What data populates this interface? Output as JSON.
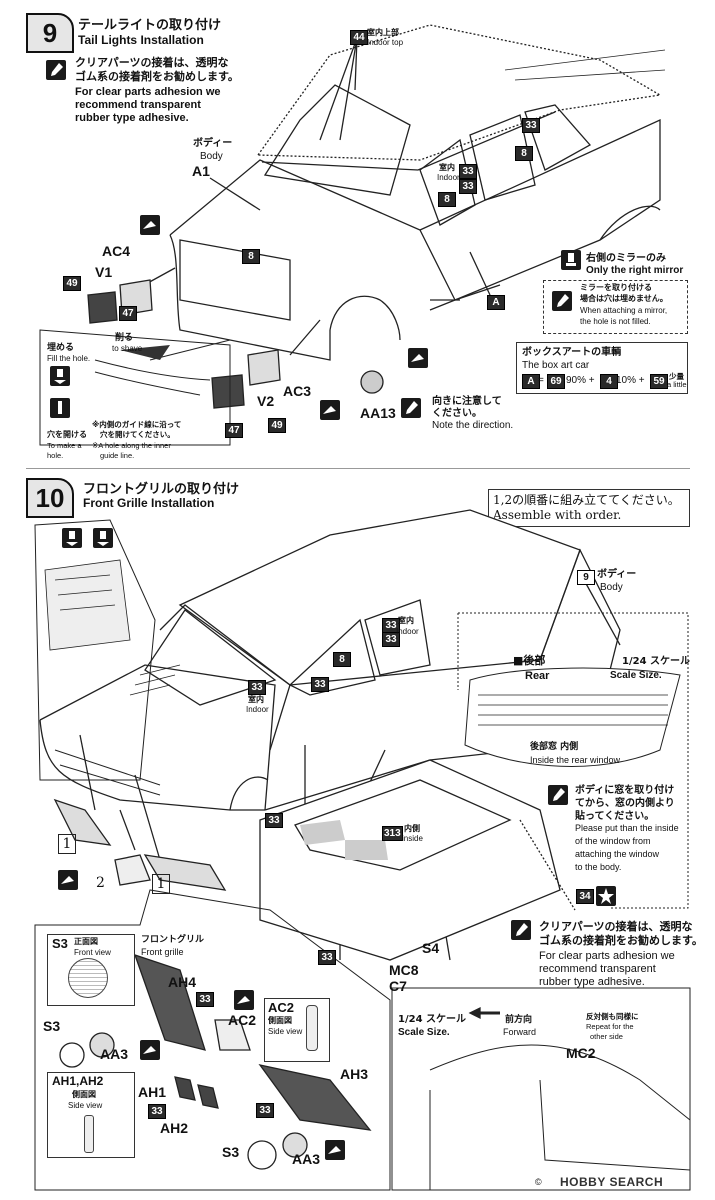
{
  "step9": {
    "num": "9",
    "title_jp": "テールライトの取り付け",
    "title_en": "Tail Lights Installation",
    "adhesive_jp_1": "クリアパーツの接着は、透明な",
    "adhesive_jp_2": "ゴム系の接着剤をお勧めします。",
    "adhesive_en_1": "For clear parts adhesion we",
    "adhesive_en_2": "recommend transparent",
    "adhesive_en_3": "rubber type adhesive.",
    "body_jp": "ボディー",
    "body_en": "Body",
    "a1": "A1",
    "indoor_top_jp": "室内上部",
    "indoor_top_en": "Indoor top",
    "indoor_jp": "室内",
    "indoor_en": "Indoor",
    "ac4": "AC4",
    "v1": "V1",
    "ac3": "AC3",
    "v2": "V2",
    "aa13": "AA13",
    "right_mirror_jp": "右側のミラーのみ",
    "right_mirror_en": "Only the right mirror",
    "mirror_note_jp_1": "ミラーを取り付ける",
    "mirror_note_jp_2": "場合は穴は埋めません。",
    "mirror_note_en_1": "When attaching a mirror,",
    "mirror_note_en_2": "the hole is not filled.",
    "box_art_jp": "ボックスアートの車輌",
    "box_art_en": "The box art car",
    "box_art_formula_a": "A",
    "box_art_formula_eq": "=",
    "box_art_formula_69": "69",
    "box_art_formula_pct1": "90% +",
    "box_art_formula_4": "4",
    "box_art_formula_pct2": "10% +",
    "box_art_formula_59": "59",
    "box_art_formula_little_jp": "少量",
    "box_art_formula_little_en": "a little",
    "fill_jp": "埋める",
    "fill_en": "Fill the hole.",
    "shave_jp": "削る",
    "shave_en": "to shave",
    "hole_jp_1": "穴を開ける",
    "hole_en_1": "To make a",
    "hole_en_2": "hole.",
    "guide_jp_1": "※内側のガイド線に沿って",
    "guide_jp_2": "穴を開けてください。",
    "guide_en_1": "※A hole along the inner",
    "guide_en_2": "guide line.",
    "direction_jp_1": "向きに注意して",
    "direction_jp_2": "ください。",
    "direction_en": "Note the direction.",
    "parts": {
      "p44": "44",
      "p33": "33",
      "p8": "8",
      "p49": "49",
      "p47": "47",
      "pA": "A"
    }
  },
  "step10": {
    "num": "10",
    "title_jp": "フロントグリルの取り付け",
    "title_en": "Front Grille Installation",
    "order_jp": "1,2の順番に組み立ててください。",
    "order_en": "Assemble with order.",
    "body_num": "9",
    "body_jp": "ボディー",
    "body_en": "Body",
    "rear_jp": "■後部",
    "rear_en": "Rear",
    "scale_jp": "1/24 スケール",
    "scale_en": "Scale Size.",
    "rear_window_jp": "後部窓 内側",
    "rear_window_en": "Inside the rear window",
    "window_note_jp_1": "ボディに窓を取り付け",
    "window_note_jp_2": "てから、窓の内側より",
    "window_note_jp_3": "貼ってください。",
    "window_note_en_1": "Please put than the inside",
    "window_note_en_2": "of the window from",
    "window_note_en_3": "attaching the window",
    "window_note_en_4": "to the body.",
    "indoor_jp": "室内",
    "indoor_en": "Indoor",
    "inside_jp": "内側",
    "inside_en": "inside",
    "s4": "S4",
    "mc8": "MC8",
    "c7": "C7",
    "n1a": "1",
    "n1b": "1",
    "n2": "2",
    "adhesive_jp_1": "クリアパーツの接着は、透明な",
    "adhesive_jp_2": "ゴム系の接着剤をお勧めします。",
    "adhesive_en_1": "For clear parts adhesion we",
    "adhesive_en_2": "recommend transparent",
    "adhesive_en_3": "rubber type adhesive.",
    "front_grille_jp": "フロントグリル",
    "front_grille_en": "Front grille",
    "s3_view_jp": "正面図",
    "s3_view_en": "Front view",
    "s3": "S3",
    "ah4": "AH4",
    "aa3": "AA3",
    "ac2": "AC2",
    "ac2_view_jp": "側面図",
    "ac2_view_en": "Side view",
    "ah1ah2": "AH1,AH2",
    "ah_view_jp": "側面図",
    "ah_view_en": "Side view",
    "ah1": "AH1",
    "ah2": "AH2",
    "ah3": "AH3",
    "s3b": "S3",
    "aa3b": "AA3",
    "scale2_jp": "1/24 スケール",
    "scale2_en": "Scale Size.",
    "forward_jp": "前方向",
    "forward_en": "Forward",
    "repeat_jp": "反対側も同様に",
    "repeat_en_1": "Repeat for the",
    "repeat_en_2": "other side",
    "mc2": "MC2",
    "parts": {
      "p33": "33",
      "p8": "8",
      "p34": "34",
      "p313": "313"
    }
  },
  "watermark": "HOBBY SEARCH",
  "copyright": "©"
}
